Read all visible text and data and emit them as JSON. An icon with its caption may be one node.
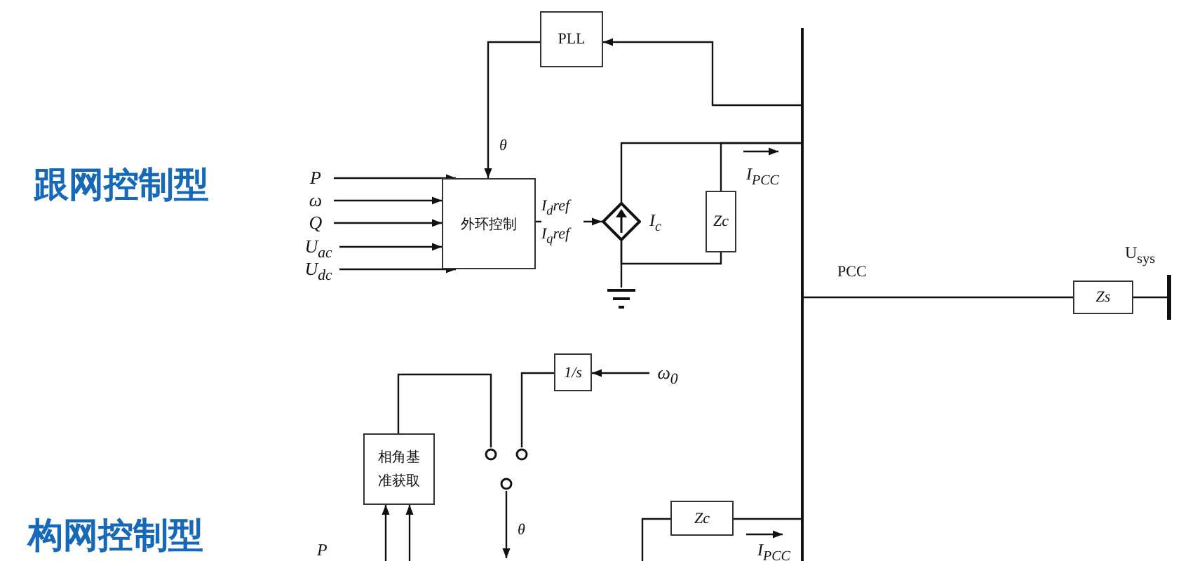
{
  "diagram": {
    "nodes": [
      {
        "text": [
          "PLL"
        ]
      },
      {
        "text": [
          "P"
        ]
      },
      {
        "text": [
          "ω"
        ]
      },
      {
        "text": [
          "Q"
        ]
      },
      {
        "text": [
          "U$_{ac}$"
        ]
      },
      {
        "text": [
          "U$_{dc}$"
        ]
      },
      {
        "text": [
          "外环控制"
        ]
      },
      {
        "text": [],
        "shape": "diamond",
        "beside": [
          "I$_{c}$"
        ]
      },
      {
        "text": [
          "Zc"
        ]
      },
      {
        "text": [],
        "shape": "bar"
      },
      {
        "text": [
          "Zs"
        ]
      },
      {
        "text": [],
        "shape": "bar",
        "beside": [
          "U$_{sys}$"
        ]
      },
      {
        "text": [
          "1/s"
        ]
      },
      {
        "text": [
          "ω$_{0}$"
        ]
      },
      {
        "text": [
          "相角基准获取"
        ]
      },
      {
        "text": [
          "Zc"
        ]
      },
      {
        "text": [],
        "shape": "ground"
      },
      {
        "text": [],
        "shape": "switch"
      }
    ],
    "edges": [
      {
        "from": 9,
        "to": 0,
        "arrow": "to"
      },
      {
        "from": 0,
        "to": 6,
        "arrow": "to",
        "label": "θ"
      },
      {
        "from": 1,
        "to": 6,
        "arrow": "to"
      },
      {
        "from": 2,
        "to": 6,
        "arrow": "to"
      },
      {
        "from": 3,
        "to": 6,
        "arrow": "to"
      },
      {
        "from": 4,
        "to": 6,
        "arrow": "to"
      },
      {
        "from": 5,
        "to": 6,
        "arrow": "to"
      },
      {
        "from": 6,
        "to": 7,
        "arrow": "to",
        "label": "I$_{d}$ref I$_{q}$ref"
      },
      {
        "from": 7,
        "to": 9,
        "arrow": "none"
      },
      {
        "from": 7,
        "to": 8,
        "arrow": "none"
      },
      {
        "from": 8,
        "to": 9,
        "arrow": "none"
      },
      {
        "from": 7,
        "to": 16,
        "arrow": "none"
      },
      {
        "from": 9,
        "to": 10,
        "arrow": "none",
        "label": "PCC"
      },
      {
        "from": 10,
        "to": 11,
        "arrow": "none"
      },
      {
        "from": 13,
        "to": 12,
        "arrow": "to"
      },
      {
        "from": 12,
        "to": 17,
        "arrow": "none"
      },
      {
        "from": 14,
        "to": 17,
        "arrow": "none"
      },
      {
        "from": 17,
        "to": null,
        "arrow": "to",
        "label": "θ"
      },
      {
        "from": null,
        "to": 14,
        "arrow": "to"
      },
      {
        "from": null,
        "to": 14,
        "arrow": "to"
      },
      {
        "from": 15,
        "to": 9,
        "arrow": "none"
      },
      {
        "from": 15,
        "to": null,
        "arrow": "none"
      }
    ],
    "labels": [
      "跟网控制型",
      "构网控制型",
      "I$_{PCC}$",
      "P",
      "I$_{PCC}$"
    ]
  }
}
